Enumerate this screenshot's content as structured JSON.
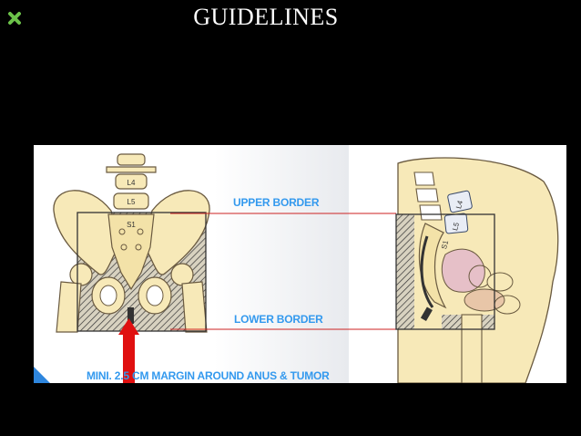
{
  "slide": {
    "title": "GUIDELINES",
    "bullet_icon": "x-mark-icon",
    "bullet_color": "#6cc24a"
  },
  "figure": {
    "upper_border_label": "UPPER BORDER",
    "lower_border_label": "LOWER BORDER",
    "margin_label": "MINI. 2.5 CM MARGIN AROUND ANUS & TUMOR",
    "vertebra_labels_ap": [
      "L4",
      "L5",
      "S1"
    ],
    "vertebra_labels_lateral": [
      "L4",
      "L5",
      "S1"
    ],
    "label_color": "#3399ee",
    "border_line_color": "#cc2222",
    "arrow_color": "#e01010",
    "bone_color": "#f7e9b8"
  }
}
